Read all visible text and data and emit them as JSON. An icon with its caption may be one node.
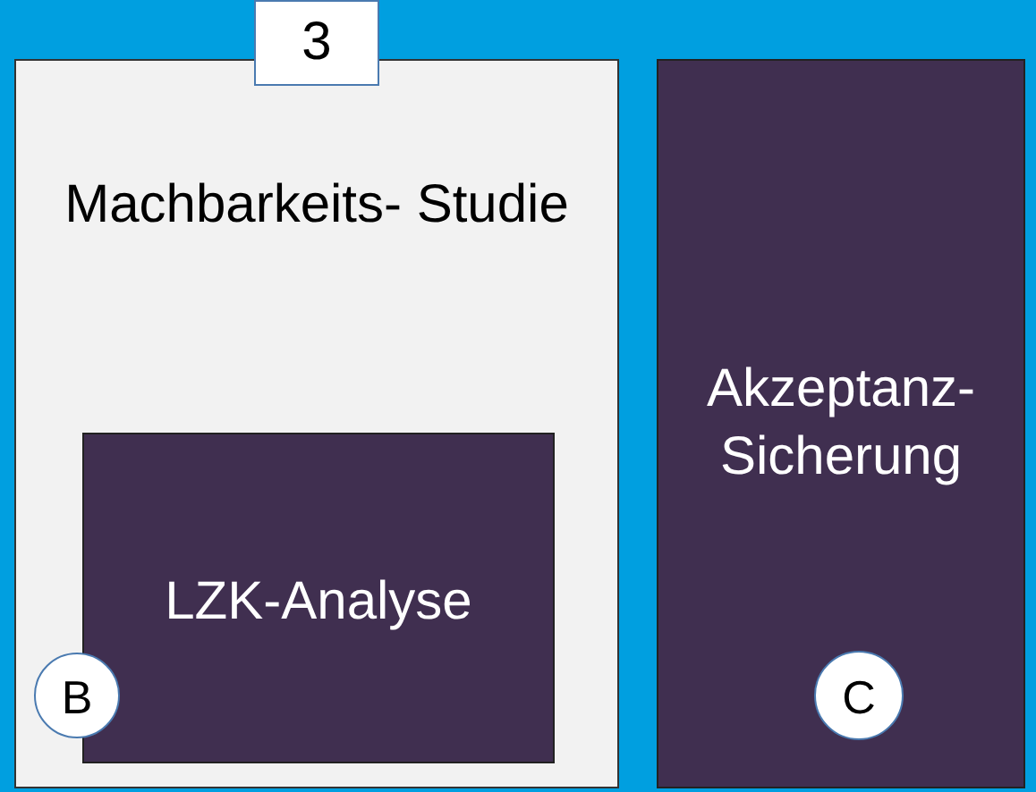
{
  "diagram": {
    "nodes": [
      {
        "text": [
          "Machbarkeits- Studie"
        ]
      },
      {
        "text": [
          "3"
        ]
      },
      {
        "text": [
          "LZK-Analyse"
        ],
        "in": 0
      },
      {
        "text": [
          "B"
        ],
        "in": 0
      },
      {
        "text": [
          "Akzeptanz- Sicherung"
        ]
      },
      {
        "text": [
          "C"
        ],
        "in": 4
      }
    ],
    "edges": []
  }
}
